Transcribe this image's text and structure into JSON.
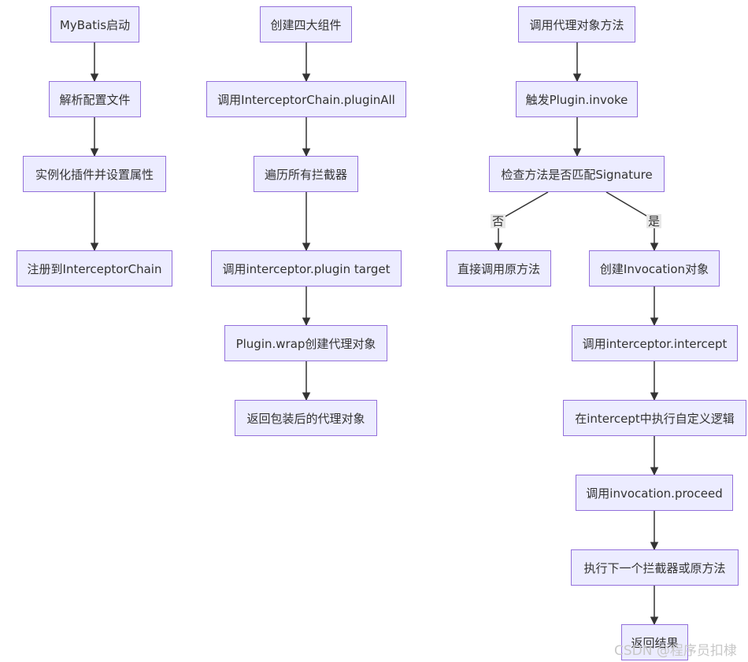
{
  "nodes": {
    "mybatis_start": "MyBatis启动",
    "parse_config": "解析配置文件",
    "instantiate_plugins": "实例化插件并设置属性",
    "register_chain": "注册到InterceptorChain",
    "create_components": "创建四大组件",
    "call_plugin_all": "调用InterceptorChain.pluginAll",
    "iterate_interceptors": "遍历所有拦截器",
    "call_interceptor_plugin": "调用interceptor.plugin target",
    "plugin_wrap": "Plugin.wrap创建代理对象",
    "return_proxy": "返回包装后的代理对象",
    "call_proxy_method": "调用代理对象方法",
    "trigger_invoke": "触发Plugin.invoke",
    "check_signature": "检查方法是否匹配Signature",
    "call_original": "直接调用原方法",
    "create_invocation": "创建Invocation对象",
    "call_intercept": "调用interceptor.intercept",
    "custom_logic": "在intercept中执行自定义逻辑",
    "call_proceed": "调用invocation.proceed",
    "next_or_original": "执行下一个拦截器或原方法",
    "return_result": "返回结果"
  },
  "edge_labels": {
    "no": "否",
    "yes": "是"
  },
  "watermark": "CSDN @程序员扣棣",
  "colors": {
    "node_fill": "#ececff",
    "node_border": "#9370db",
    "edge": "#333333",
    "label_bg": "#e8e8e8"
  }
}
